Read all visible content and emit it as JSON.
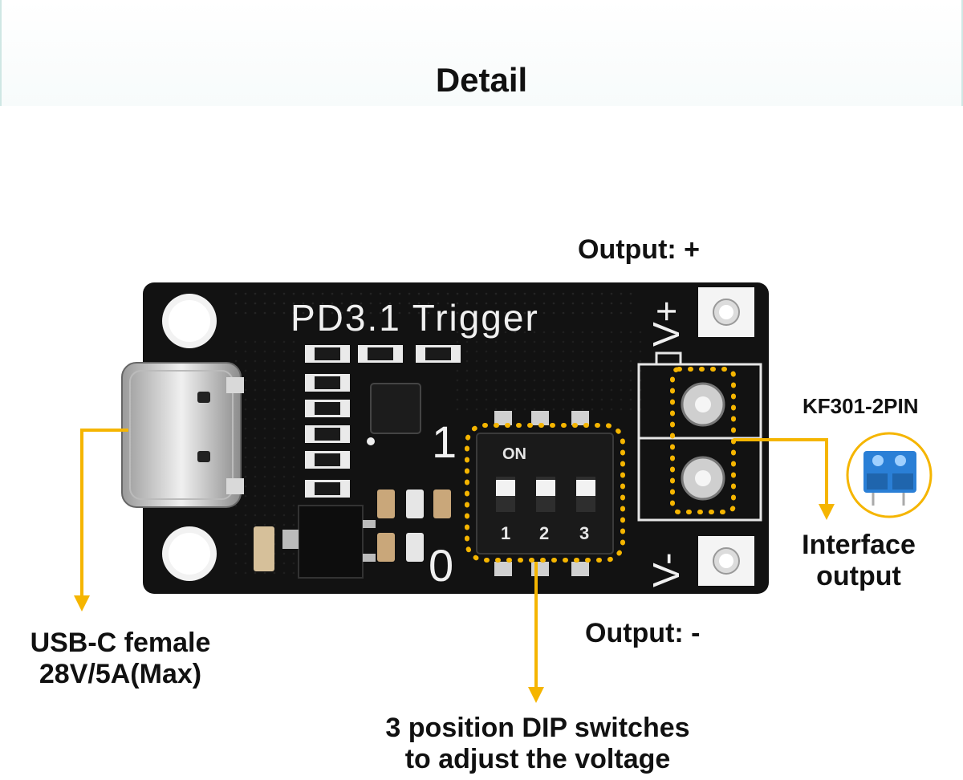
{
  "header": {
    "title": "Detail"
  },
  "board": {
    "silkscreen_title": "PD3.1 Trigger",
    "v_plus": "V+",
    "v_minus": "V-",
    "dip_on": "ON",
    "dip_numbers": [
      "1",
      "2",
      "3"
    ],
    "state_one": "1",
    "state_zero": "0"
  },
  "labels": {
    "output_plus": "Output: +",
    "output_minus": "Output: -",
    "connector_name": "KF301-2PIN",
    "interface_line1": "Interface",
    "interface_line2": "output",
    "usb_line1": "USB-C female",
    "usb_line2": "28V/5A(Max)",
    "dip_line1": "3 position DIP switches",
    "dip_line2": "to adjust the voltage"
  },
  "colors": {
    "accent": "#f5b500",
    "pcb": "#111111",
    "terminal_blue": "#2a7fd6"
  }
}
